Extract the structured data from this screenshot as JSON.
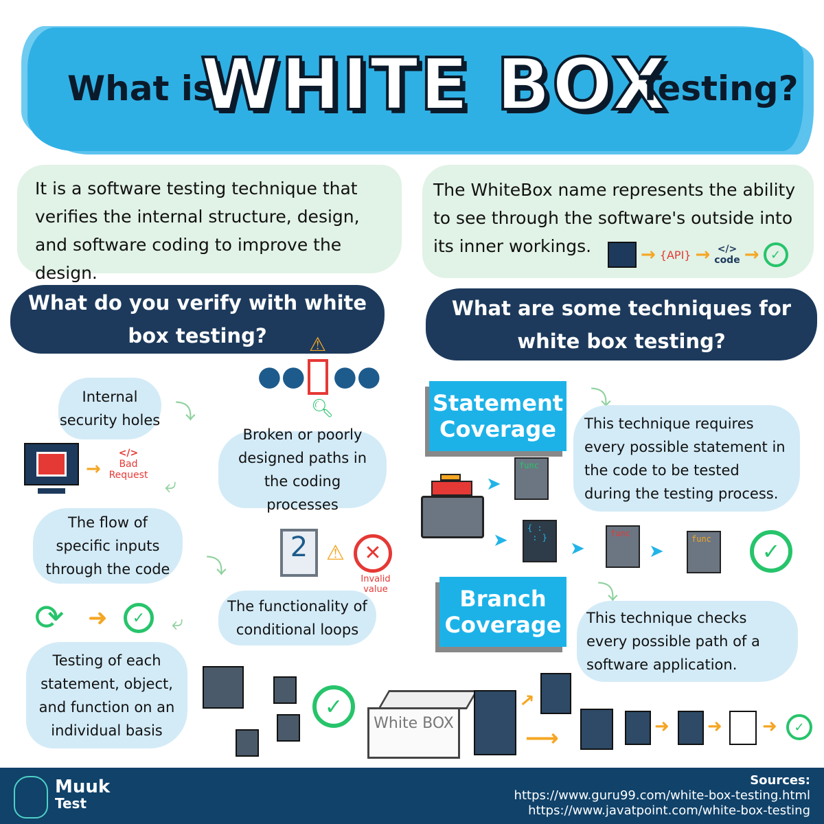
{
  "title": {
    "prefix": "What is",
    "highlight": "WHITE BOX",
    "suffix": "Testing?"
  },
  "intro": {
    "definition": "It is a software testing technique that verifies the internal structure, design, and software coding to improve the design.",
    "name_meaning": "The WhiteBox name represents the ability to see through the software's outside into its inner workings.",
    "flow_labels": {
      "api": "{API}",
      "code": "code"
    }
  },
  "left_section": {
    "heading": "What do you verify with white box testing?",
    "items": [
      "Internal security holes",
      "Broken or poorly designed paths in the coding processes",
      "The flow of specific inputs through the code",
      "The functionality of conditional loops",
      "Testing of each statement, object, and function on an individual basis"
    ],
    "icon_labels": {
      "bad_request": "Bad Request",
      "invalid_value": "Invalid value",
      "digit": "2",
      "code_tag": "</>"
    }
  },
  "right_section": {
    "heading": "What are some techniques for white box testing?",
    "techniques": [
      {
        "name": "Statement Coverage",
        "description": "This technique requires every possible statement in the code to be tested during the testing process."
      },
      {
        "name": "Branch Coverage",
        "description": "This technique checks every possible path of a software application."
      }
    ],
    "code_label": "func",
    "box_label": "White BOX"
  },
  "footer": {
    "brand_line1": "Muuk",
    "brand_line2": "Test",
    "sources_label": "Sources:",
    "sources": [
      "https://www.guru99.com/white-box-testing.html",
      "https://www.javatpoint.com/white-box-testing"
    ]
  },
  "colors": {
    "splash": "#2fb0e4",
    "navy": "#1d3a5c",
    "cyan": "#1cb2e8",
    "green_cloud": "#e1f2e6",
    "blue_cloud": "#d3ebf7",
    "check": "#27c46b",
    "arrow": "#f5a623",
    "footer": "#10426a"
  }
}
